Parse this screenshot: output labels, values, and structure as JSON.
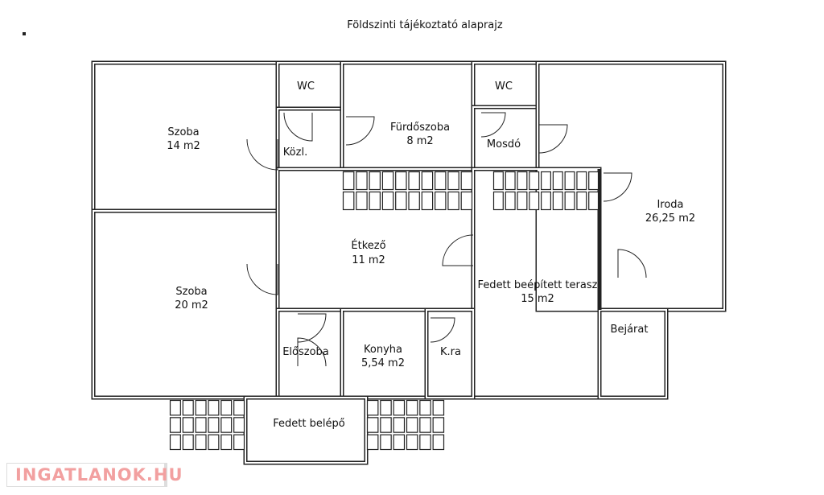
{
  "title": "Földszinti tájékoztató alaprajz",
  "rooms": {
    "szoba14": {
      "name": "Szoba",
      "area": "14 m2"
    },
    "szoba20": {
      "name": "Szoba",
      "area": "20 m2"
    },
    "wc1": {
      "name": "WC"
    },
    "wc2": {
      "name": "WC"
    },
    "kozl": {
      "name": "Közl."
    },
    "furdo": {
      "name": "Fürdőszoba",
      "area": "8 m2"
    },
    "mosdo": {
      "name": "Mosdó"
    },
    "iroda": {
      "name": "Iroda",
      "area": "26,25 m2"
    },
    "etkezo": {
      "name": "Étkező",
      "area": "11 m2"
    },
    "terasz": {
      "name": "Fedett beépített terasz",
      "area": "15 m2"
    },
    "eloszoba": {
      "name": "Előszoba"
    },
    "konyha": {
      "name": "Konyha",
      "area": "5,54 m2"
    },
    "kamra": {
      "name": "K.ra"
    },
    "bejarat": {
      "name": "Bejárat"
    },
    "belepo": {
      "name": "Fedett belépő"
    }
  },
  "watermark": {
    "text": "INGATLANOK.HU",
    "color": "#f2a0a0"
  }
}
